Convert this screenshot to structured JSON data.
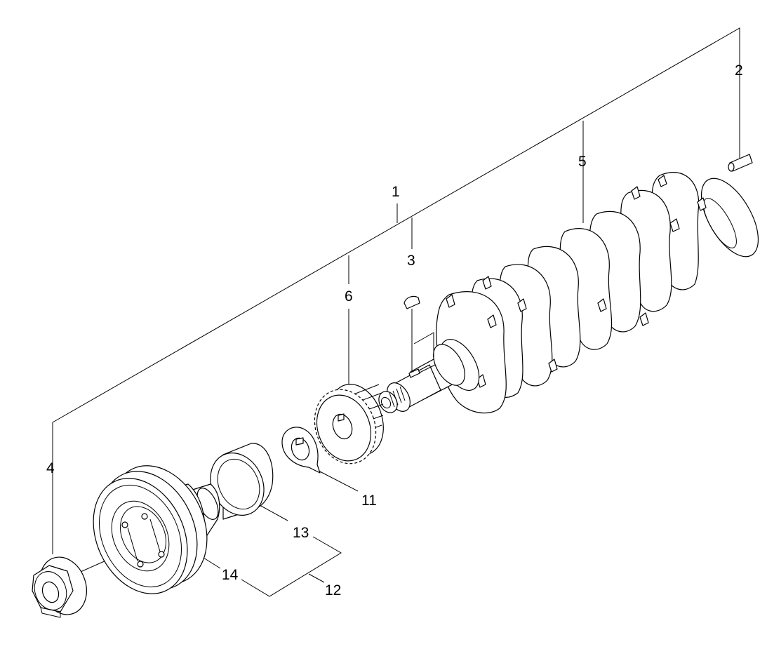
{
  "callouts": {
    "c1": "1",
    "c2": "2",
    "c3": "3",
    "c4": "4",
    "c5": "5",
    "c6": "6",
    "c11": "11",
    "c12": "12",
    "c13": "13",
    "c14": "14"
  },
  "colors": {
    "line": "#000000",
    "background": "#ffffff"
  }
}
